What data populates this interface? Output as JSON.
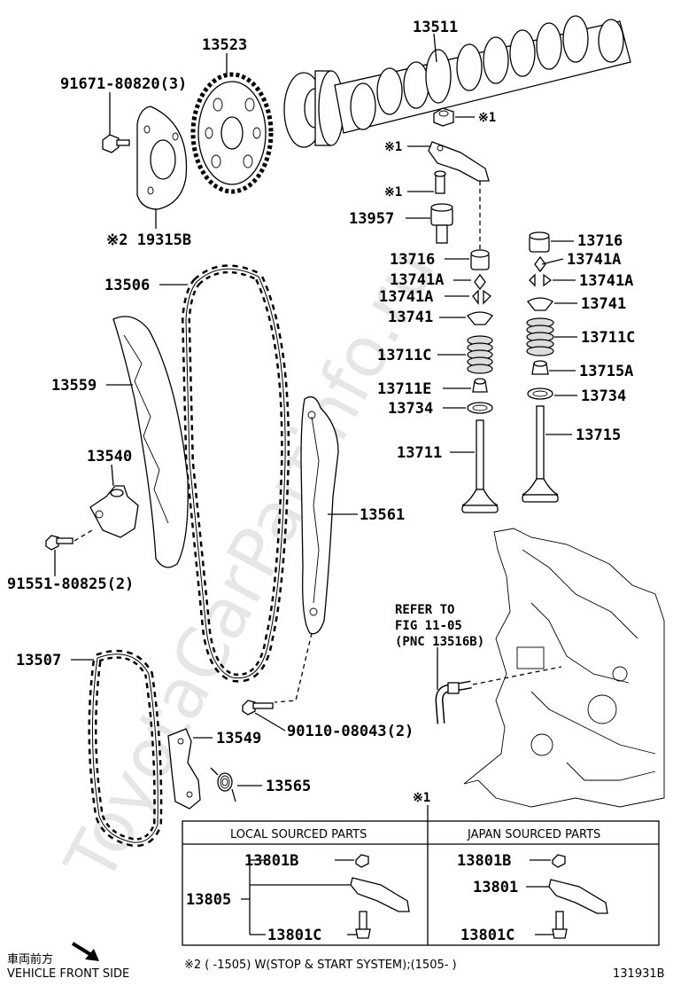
{
  "watermark": "ToyotaCarPartinfo.ru",
  "labels": {
    "p13523": "13523",
    "p13511": "13511",
    "p91671": "91671-80820(3)",
    "p19315B": "※2 19315B",
    "ref1_nut": "※1",
    "ref1_arm": "※1",
    "ref1_bolt": "※1",
    "p13957": "13957",
    "p13716_l": "13716",
    "p13716_r": "13716",
    "p13741A_l1": "13741A",
    "p13741A_l2": "13741A",
    "p13741A_r1": "13741A",
    "p13741A_r2": "13741A",
    "p13741_l": "13741",
    "p13741_r": "13741",
    "p13711C_l": "13711C",
    "p13711C_r": "13711C",
    "p13711E": "13711E",
    "p13715A": "13715A",
    "p13734_l": "13734",
    "p13734_r": "13734",
    "p13711": "13711",
    "p13715": "13715",
    "p13506": "13506",
    "p13559": "13559",
    "p13540": "13540",
    "p91551": "91551-80825(2)",
    "p13561": "13561",
    "refer_line1": "REFER TO",
    "refer_line2": "FIG 11-05",
    "refer_line3": "(PNC 13516B)",
    "p13507": "13507",
    "p13549": "13549",
    "p90110": "90110-08043(2)",
    "p13565": "13565",
    "table_ref": "※1"
  },
  "table": {
    "local_header": "LOCAL SOURCED PARTS",
    "japan_header": "JAPAN SOURCED PARTS",
    "local_13801B": "13801B",
    "local_13805": "13805",
    "local_13801C": "13801C",
    "japan_13801B": "13801B",
    "japan_13801": "13801",
    "japan_13801C": "13801C"
  },
  "footer": {
    "front_jp": "車両前方",
    "front_en": "VEHICLE FRONT SIDE",
    "note": "※2 (      -1505) W(STOP & START SYSTEM);(1505-       )",
    "diagram_id": "131931B"
  }
}
